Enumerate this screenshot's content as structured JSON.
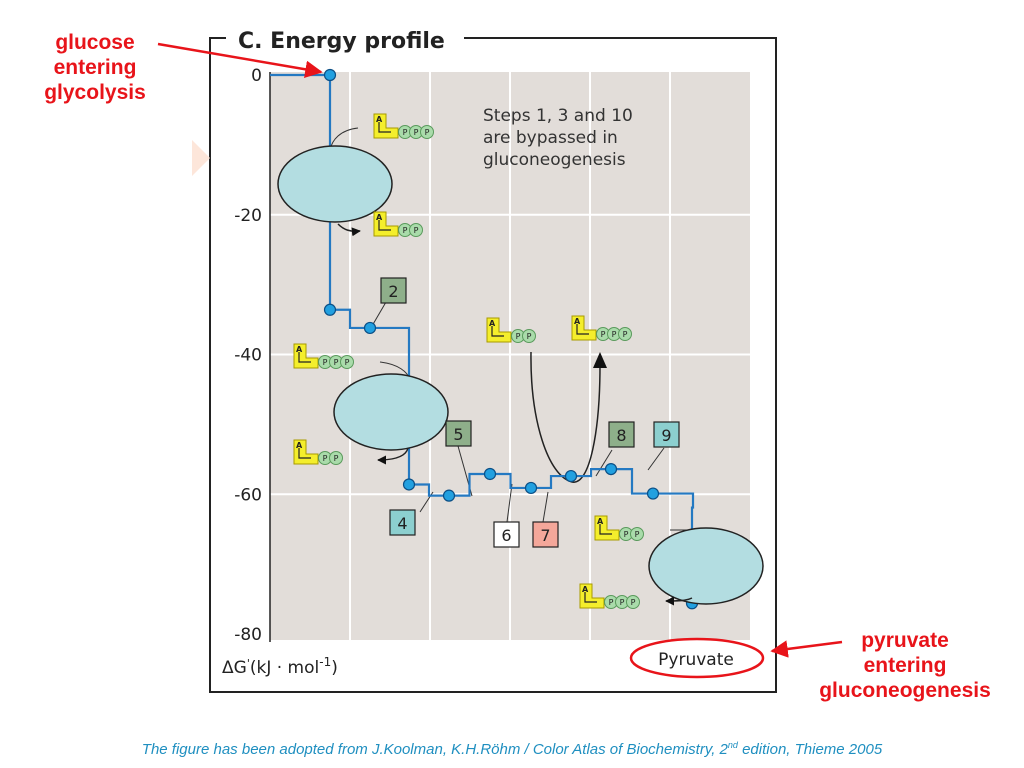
{
  "panel": {
    "title": "C. Energy profile"
  },
  "axis": {
    "y_ticks": [
      "0",
      "-20",
      "-40",
      "-60",
      "-80"
    ],
    "y_values": [
      0,
      -20,
      -40,
      -60,
      -80
    ],
    "ylabel_prefix": "ΔG",
    "ylabel_prime": "'",
    "ylabel_main": "(kJ · mol",
    "ylabel_sup": "-1",
    "ylabel_end": ")",
    "ylim": [
      -80,
      0
    ]
  },
  "note": {
    "lines": [
      "Steps 1, 3 and 10",
      "are bypassed in",
      "gluconeogenesis"
    ]
  },
  "steps": {
    "s2": "2",
    "s4": "4",
    "s5": "5",
    "s6": "6",
    "s7": "7",
    "s8": "8",
    "s9": "9"
  },
  "step_colors": {
    "s2": "#8eaf8a",
    "s4": "#8ccfcf",
    "s5": "#8eaf8a",
    "s6": "#ffffff",
    "s7": "#f4a79a",
    "s8": "#8eaf8a",
    "s9": "#8ccfcf"
  },
  "profile_points_kJ": [
    0,
    -33.6,
    -36.2,
    -58.6,
    -60.2,
    -57.1,
    -59.1,
    -57.4,
    -56.4,
    -59.9,
    -75.6
  ],
  "molecules": {
    "adenosine": "A",
    "phosphate": "P"
  },
  "pyruvate_label": "Pyruvate",
  "annotations": {
    "glucose": [
      "glucose",
      "entering",
      "glycolysis"
    ],
    "pyruvate": [
      "pyruvate",
      "entering",
      "gluconeogenesis"
    ]
  },
  "caption": {
    "before_sup": "The figure has been adopted from J.Koolman, K.H.Röhm / Color Atlas of Biochemistry, 2",
    "sup": "nd",
    "after_sup": " edition, Thieme 2005"
  },
  "colors": {
    "accent_red": "#e8141a",
    "profile_line": "#2479c2",
    "plot_bg": "#e2ddd9",
    "enzyme_fill": "#b3dde1",
    "adenosine_yellow": "#f4ee2c",
    "phosphate_green": "#a9dbaa",
    "caption_blue": "#1f8fc0"
  }
}
